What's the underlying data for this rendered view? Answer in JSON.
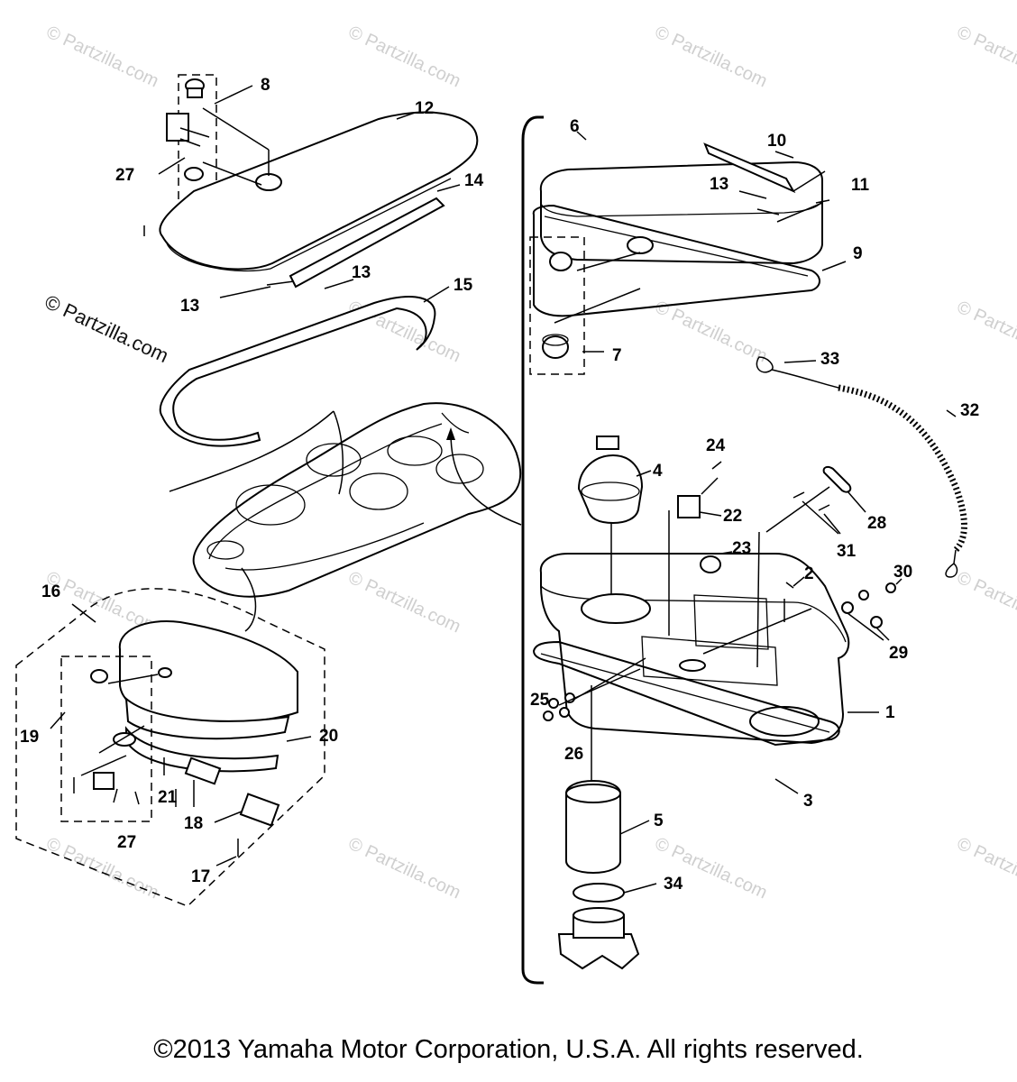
{
  "watermarks": {
    "text": "© Partzilla.com",
    "prominent_text": "© Partzilla.com"
  },
  "callouts": {
    "c1": "1",
    "c2": "2",
    "c3": "3",
    "c4": "4",
    "c5": "5",
    "c6": "6",
    "c7": "7",
    "c8": "8",
    "c9": "9",
    "c10": "10",
    "c11": "11",
    "c12": "12",
    "c13a": "13",
    "c13b": "13",
    "c13c": "13",
    "c14": "14",
    "c15": "15",
    "c16": "16",
    "c17": "17",
    "c18": "18",
    "c19": "19",
    "c20": "20",
    "c21": "21",
    "c22": "22",
    "c23": "23",
    "c24": "24",
    "c25": "25",
    "c26": "26",
    "c27a": "27",
    "c27b": "27",
    "c28": "28",
    "c29": "29",
    "c30": "30",
    "c31": "31",
    "c32": "32",
    "c33": "33",
    "c34": "34"
  },
  "footer": {
    "copyright": "©2013  Yamaha Motor Corporation, U.S.A. All rights reserved."
  }
}
